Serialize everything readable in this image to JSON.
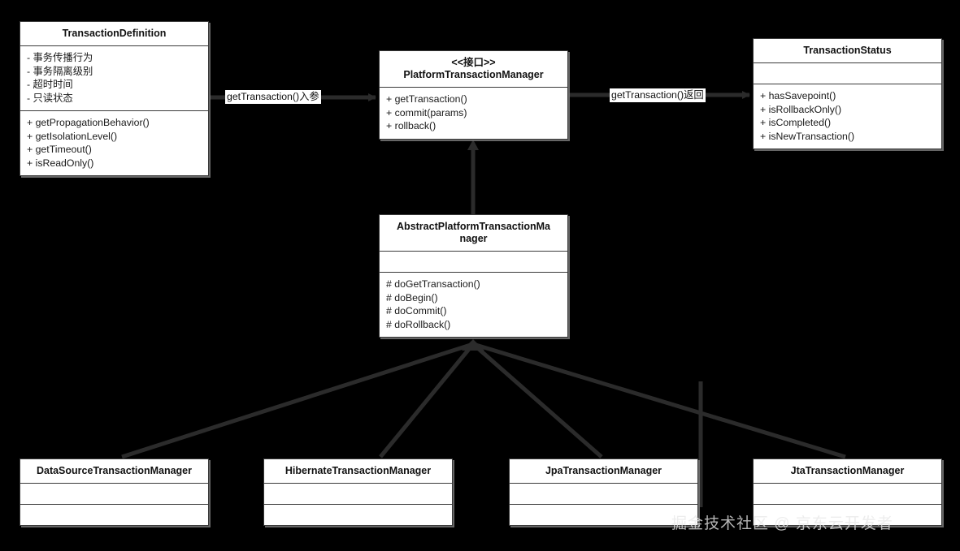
{
  "diagram": {
    "title": "Spring Transaction Management UML Class Diagram",
    "background_color": "#000000",
    "box_fill_color": "#ffffff",
    "box_border_color": "#3a3a3a",
    "connector_color": "#2b2b2b"
  },
  "classes": {
    "transaction_definition": {
      "name": "TransactionDefinition",
      "stereotype": "",
      "attributes": [
        "- 事务传播行为",
        "- 事务隔离级别",
        "- 超时时间",
        "- 只读状态"
      ],
      "methods": [
        "+ getPropagationBehavior()",
        "+ getIsolationLevel()",
        "+ getTimeout()",
        "+ isReadOnly()"
      ]
    },
    "platform_transaction_manager": {
      "name": "PlatformTransactionManager",
      "stereotype": "<<接口>>",
      "attributes": [],
      "methods": [
        "+ getTransaction()",
        "+ commit(params)",
        "+ rollback()"
      ]
    },
    "transaction_status": {
      "name": "TransactionStatus",
      "stereotype": "",
      "attributes": [],
      "methods": [
        "+ hasSavepoint()",
        "+ isRollbackOnly()",
        "+ isCompleted()",
        "+ isNewTransaction()"
      ]
    },
    "abstract_platform_transaction_manager": {
      "name": "AbstractPlatformTransactionMa nager",
      "name_line1": "AbstractPlatformTransactionMa",
      "name_line2": "nager",
      "stereotype": "",
      "attributes": [],
      "methods": [
        "# doGetTransaction()",
        "# doBegin()",
        "# doCommit()",
        "# doRollback()"
      ]
    },
    "datasource_transaction_manager": {
      "name": "DataSourceTransactionManager",
      "stereotype": "",
      "attributes": [],
      "methods": []
    },
    "hibernate_transaction_manager": {
      "name": "HibernateTransactionManager",
      "stereotype": "",
      "attributes": [],
      "methods": []
    },
    "jpa_transaction_manager": {
      "name": "JpaTransactionManager",
      "stereotype": "",
      "attributes": [],
      "methods": []
    },
    "jta_transaction_manager": {
      "name": "JtaTransactionManager",
      "stereotype": "",
      "attributes": [],
      "methods": []
    }
  },
  "edges": {
    "definition_to_manager_label": "getTransaction()入参",
    "manager_to_status_label": "getTransaction()返回"
  },
  "watermark": {
    "text": "掘金技术社区 @ 京东云开发者"
  }
}
